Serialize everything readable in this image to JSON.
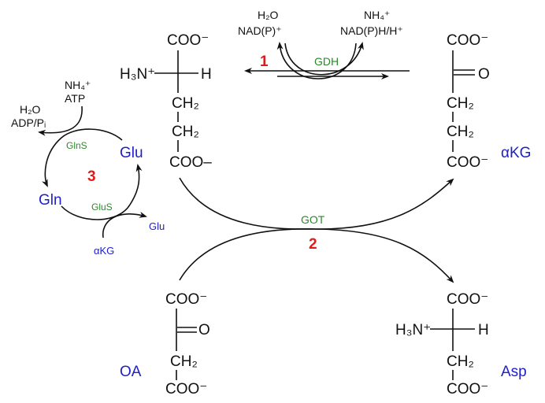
{
  "molecules": {
    "glu": {
      "top": "COO⁻",
      "amine": "H₃N⁺",
      "h": "H",
      "ch2a": "CH₂",
      "ch2b": "CH₂",
      "bottom": "COO–"
    },
    "akg": {
      "top": "COO⁻",
      "keto": "O",
      "ch2a": "CH₂",
      "ch2b": "CH₂",
      "bottom": "COO⁻",
      "label": "αKG"
    },
    "oa": {
      "top": "COO⁻",
      "keto": "O",
      "ch2": "CH₂",
      "bottom": "COO⁻",
      "label": "OA"
    },
    "asp": {
      "top": "COO⁻",
      "amine": "H₃N⁺",
      "h": "H",
      "ch2": "CH₂",
      "bottom": "COO⁻",
      "label": "Asp"
    }
  },
  "reaction1": {
    "number": "1",
    "enzyme": "GDH",
    "left_in_1": "H₂O",
    "left_in_2": "NAD(P)⁺",
    "right_out_1": "NH₄⁺",
    "right_out_2": "NAD(P)H/H⁺"
  },
  "reaction2": {
    "number": "2",
    "enzyme": "GOT"
  },
  "reaction3": {
    "number": "3",
    "enzyme_top": "GlnS",
    "enzyme_bottom": "GluS",
    "glu": "Glu",
    "gln": "Gln",
    "in_1": "NH₄⁺",
    "in_2": "ATP",
    "out_1": "H₂O",
    "out_2": "ADP/Pᵢ",
    "glus_out": "Glu",
    "glus_in": "αKG"
  },
  "colors": {
    "metabolite": "#2020c8",
    "enzyme": "#2a8a2a",
    "reaction_number": "#e01b1b"
  }
}
